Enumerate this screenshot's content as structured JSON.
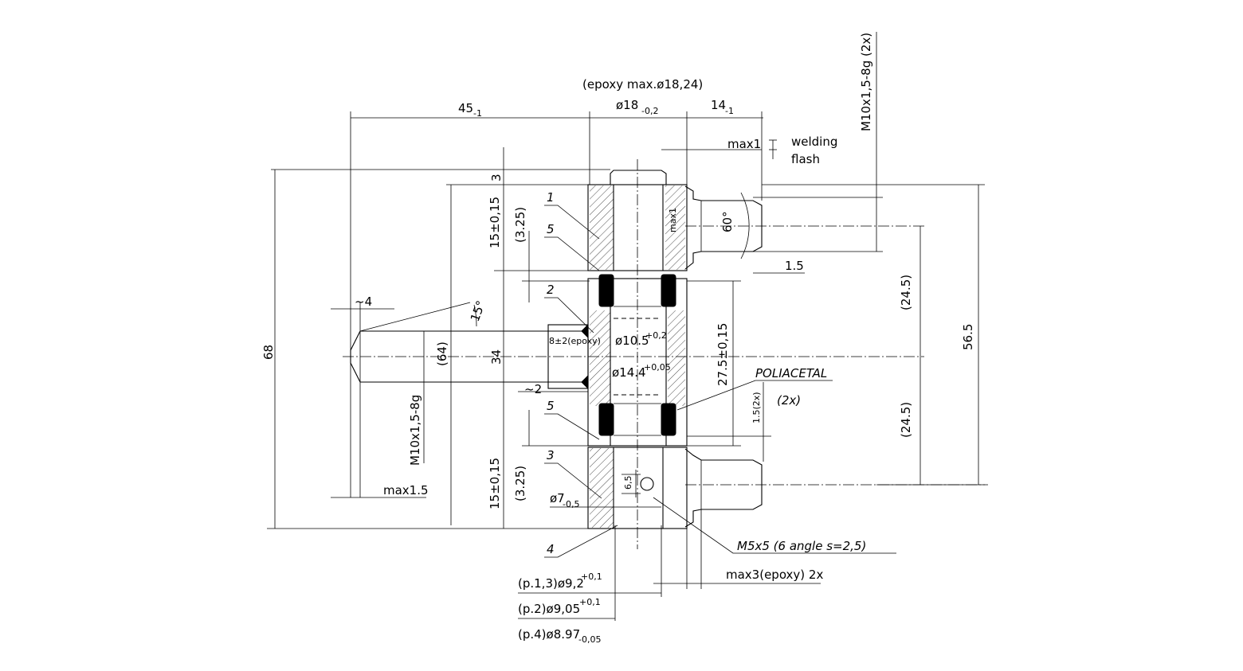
{
  "dimensions": {
    "epoxy_dia": "(epoxy max.ø18,24)",
    "len_45": "45",
    "len_45_tol": "-1",
    "dia_18": "ø18",
    "dia_18_tol": "-0,2",
    "len_14": "14",
    "len_14_tol": "-1",
    "thread_top": "M10x1,5-8g  (2x)",
    "max1_top": "max1",
    "welding": "welding",
    "flash": "flash",
    "dim_3": "3",
    "dim_15_top": "15±0,15",
    "dim_325_top": "(3.25)",
    "max1_side": "max1",
    "angle_60": "60°",
    "dim_1_5_right": "1.5",
    "dim_24_5_top": "(24.5)",
    "dim_56_5": "56.5",
    "approx_4": "~4",
    "angle_15": "15°",
    "epoxy_8": "8±2(epoxy)",
    "dia_10_5": "ø10.5",
    "dia_10_5_tol": "+0,2",
    "dia_14_4": "ø14.4",
    "dia_14_4_tol": "+0,05",
    "dim_68": "68",
    "dim_64": "(64)",
    "dim_34": "34",
    "dim_27_5": "27.5±0,15",
    "material": "POLIACETAL",
    "material_qty": "(2x)",
    "approx_2": "~2",
    "dim_1_5_2x": "1.5(2x)",
    "dim_24_5_bot": "(24.5)",
    "thread_left": "M10x1,5-8g",
    "dim_15_bot": "15±0,15",
    "dim_325_bot": "(3.25)",
    "dia_7": "ø7",
    "dia_7_tol": "-0,5",
    "dim_6_5": "6,5",
    "max1_5": "max1.5",
    "m5": "M5x5  (6 angle s=2,5)",
    "max3_epoxy": "max3(epoxy)  2x",
    "p13": "(p.1,3)ø9,2",
    "p13_tol": "+0,1",
    "p2": "(p.2)ø9,05",
    "p2_tol": "+0,1",
    "p4": "(p.4)ø8.97",
    "p4_tol": "-0,05"
  },
  "part_labels": [
    "1",
    "5",
    "2",
    "5",
    "3",
    "4"
  ]
}
